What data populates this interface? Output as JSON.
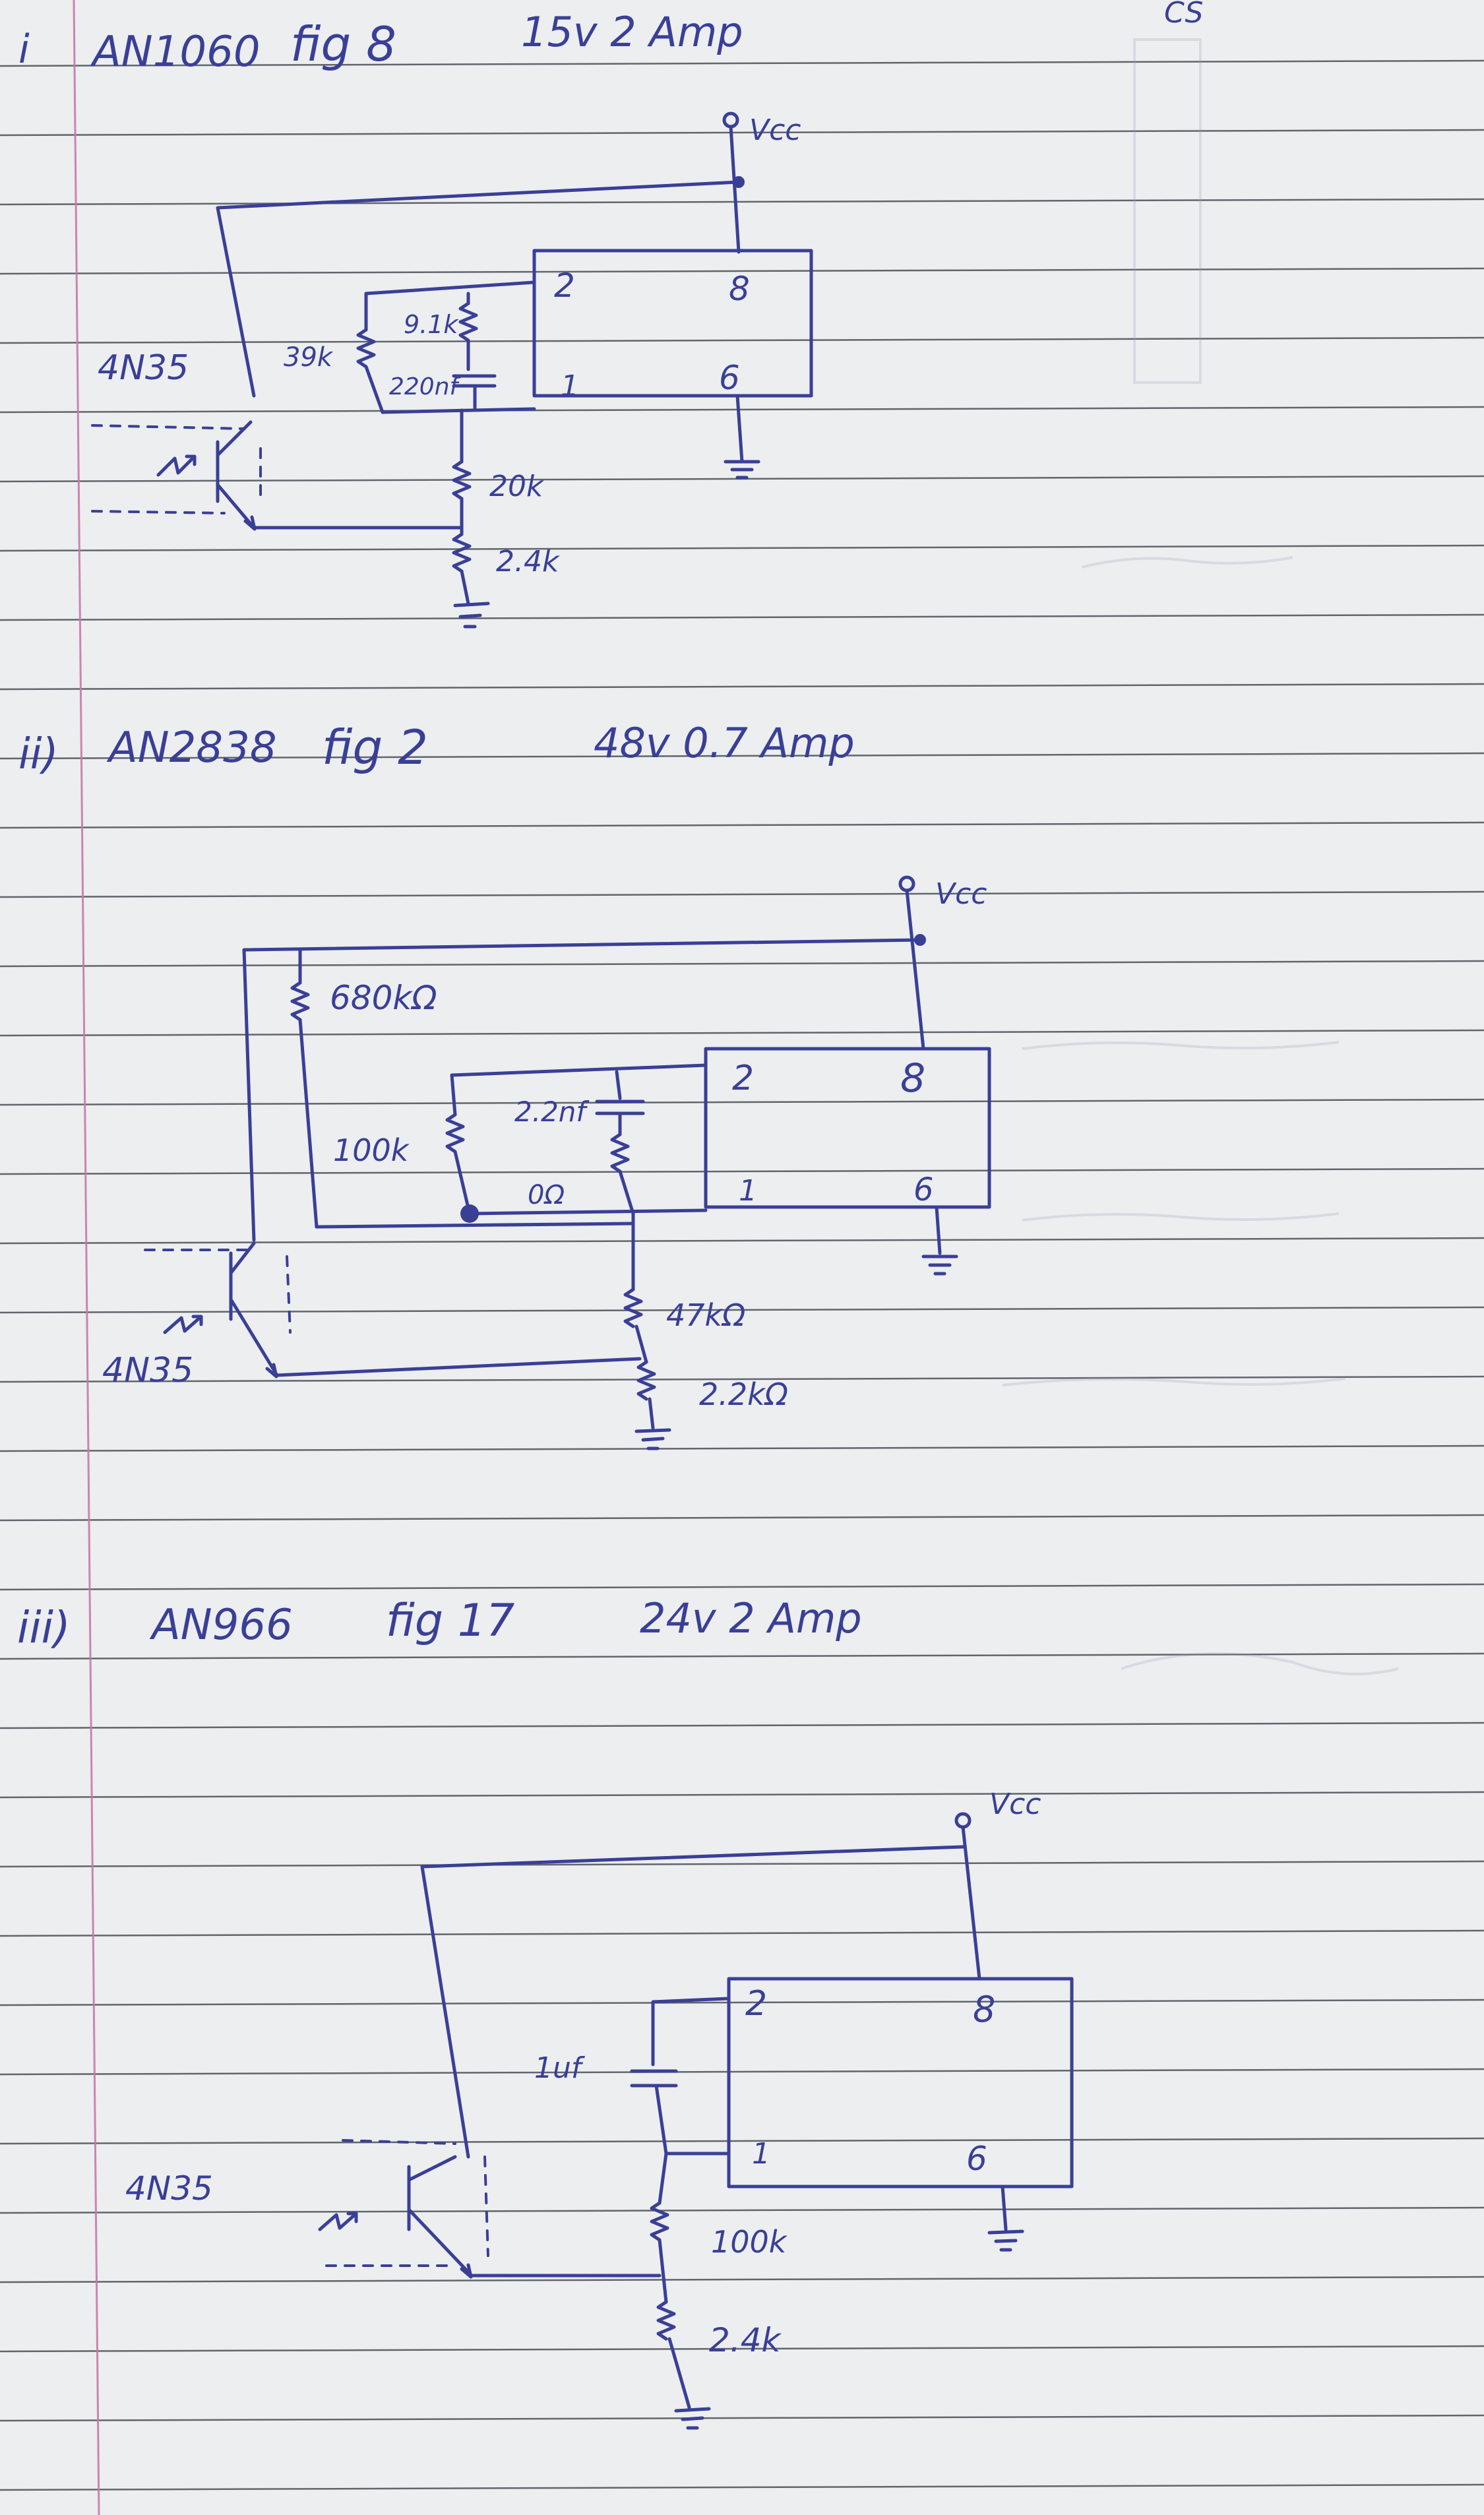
{
  "page": {
    "corner_text": "CS",
    "paper": {
      "background": "#eceef0",
      "ink": "#3a3f96",
      "rule": "#3b3f48",
      "margin_line": "#c77aa6"
    }
  },
  "circuits": [
    {
      "id": "i",
      "number": "i",
      "appnote": "AN1060",
      "figure": "fig 8",
      "rating": "15v  2 Amp",
      "vcc_label": "Vcc",
      "optocoupler": "4N35",
      "ic_pins": [
        "2",
        "8",
        "1",
        "6"
      ],
      "components": [
        "39k",
        "9.1k",
        "220nf",
        "20k",
        "2.4k"
      ]
    },
    {
      "id": "ii",
      "number": "ii)",
      "appnote": "AN2838",
      "figure": "fig 2",
      "rating": "48v  0.7 Amp",
      "vcc_label": "Vcc",
      "optocoupler": "4N35",
      "ic_pins": [
        "2",
        "8",
        "1",
        "6"
      ],
      "components": [
        "680kΩ",
        "100k",
        "2.2nf",
        "0Ω",
        "47kΩ",
        "2.2kΩ"
      ]
    },
    {
      "id": "iii",
      "number": "iii)",
      "appnote": "AN966",
      "figure": "fig 17",
      "rating": "24v  2 Amp",
      "vcc_label": "Vcc",
      "optocoupler": "4N35",
      "ic_pins": [
        "2",
        "8",
        "1",
        "6"
      ],
      "components": [
        "1uf",
        "100k",
        "2.4k"
      ]
    }
  ]
}
